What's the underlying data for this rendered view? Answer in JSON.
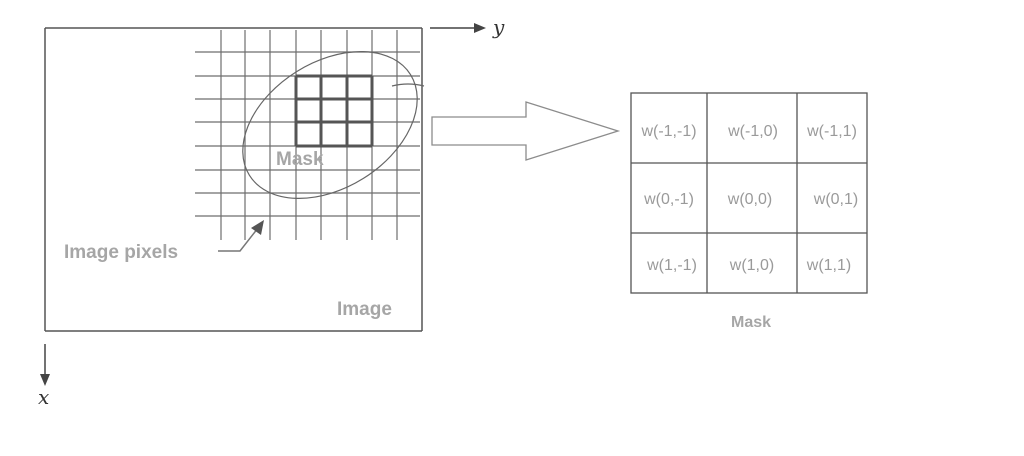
{
  "axes": {
    "x_label": "x",
    "y_label": "y"
  },
  "image_panel": {
    "image_label": "Image",
    "pixels_label": "Image pixels",
    "mask_label": "Mask"
  },
  "mask_panel": {
    "caption": "Mask",
    "cells": [
      [
        "w(-1,-1)",
        "w(-1,0)",
        "w(-1,1)"
      ],
      [
        "w(0,-1)",
        "w(0,0)",
        "w(0,1)"
      ],
      [
        "w(1,-1)",
        "w(1,0)",
        "w(1,1)"
      ]
    ]
  },
  "colors": {
    "frame": "#555555",
    "grid": "#6e6e6e",
    "mask_grid": "#555555",
    "label": "#a6a6a6",
    "arrow_outline": "#8c8c8c"
  }
}
